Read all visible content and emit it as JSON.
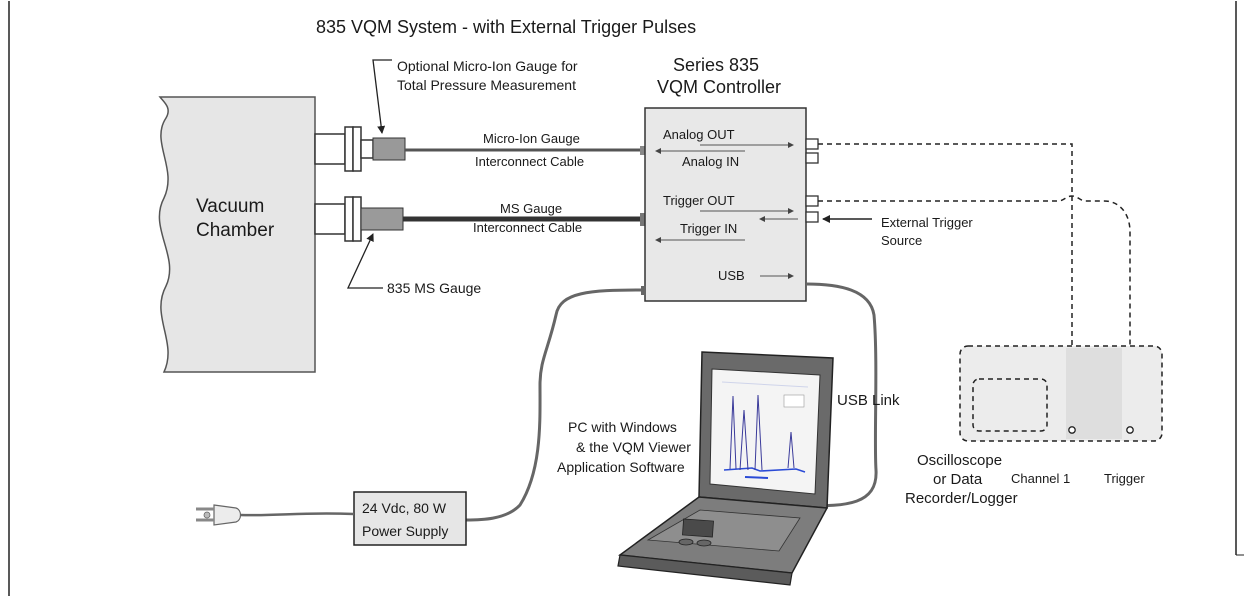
{
  "title": "835 VQM System - with External Trigger Pulses",
  "vacuum_chamber": {
    "line1": "Vacuum",
    "line2": "Chamber"
  },
  "micro_ion_gauge_note": {
    "line1": "Optional Micro-Ion Gauge for",
    "line2": "Total Pressure Measurement"
  },
  "ms_gauge_label": "835 MS Gauge",
  "micro_ion_cable": {
    "line1": "Micro-Ion Gauge",
    "line2": "Interconnect Cable"
  },
  "ms_cable": {
    "line1": "MS Gauge",
    "line2": "Interconnect Cable"
  },
  "controller": {
    "title_line1": "Series 835",
    "title_line2": "VQM Controller",
    "ports": {
      "analog_out": "Analog OUT",
      "analog_in": "Analog IN",
      "trigger_out": "Trigger OUT",
      "trigger_in": "Trigger IN",
      "usb": "USB"
    }
  },
  "external_trigger": {
    "line1": "External Trigger",
    "line2": "Source"
  },
  "usb_link": "USB Link",
  "pc": {
    "line1": "PC with Windows",
    "line2": "& the VQM Viewer",
    "line3": "Application Software"
  },
  "power_supply": {
    "line1": "24 Vdc, 80 W",
    "line2": "Power Supply"
  },
  "oscilloscope": {
    "line1": "Oscilloscope",
    "line2": "or Data",
    "line3": "Recorder/Logger",
    "channel1": "Channel 1",
    "trigger": "Trigger"
  },
  "icons": [
    "power-plug-icon",
    "laptop-icon",
    "vacuum-gauge-icon"
  ]
}
